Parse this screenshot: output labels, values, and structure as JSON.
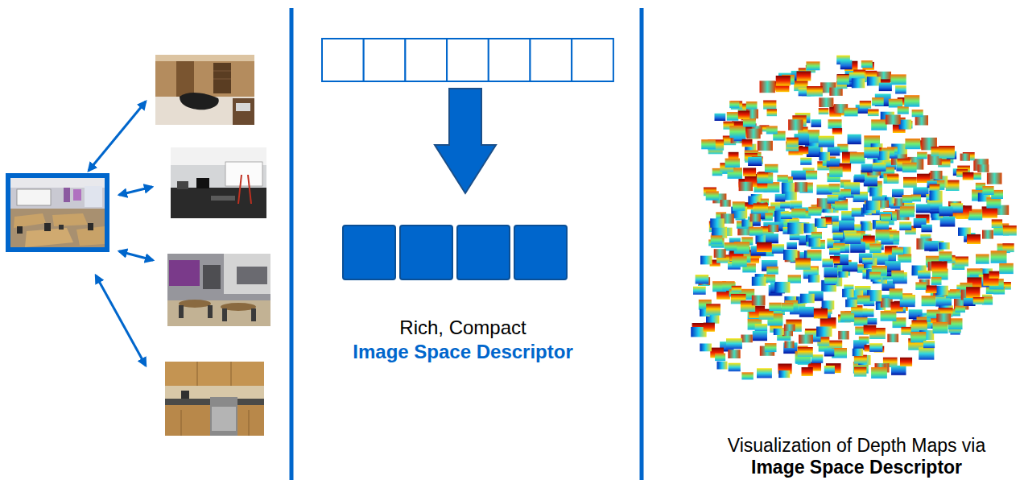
{
  "diagram": {
    "labels": [
      "Rich, Compact",
      "Image Space Descriptor",
      "Visualization of Depth Maps via",
      "Image Space Descriptor"
    ]
  }
}
